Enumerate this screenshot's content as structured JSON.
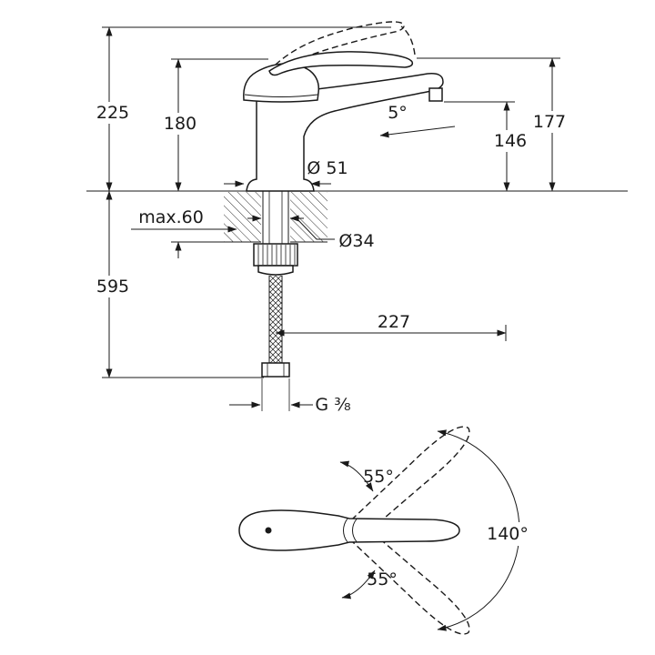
{
  "colors": {
    "ink": "#1a1a1a",
    "background": "#ffffff"
  },
  "side_view": {
    "overall_height": "225",
    "body_height": "180",
    "under_counter_length": "595",
    "counter_thickness": "max.60",
    "base_diameter": "Ø 51",
    "shank_diameter": "Ø34",
    "spout_angle": "5°",
    "outlet_height": "146",
    "spout_height": "177",
    "spout_reach": "227",
    "connection_thread": "G ³⁄₈"
  },
  "top_view": {
    "handle_swing_up": "55°",
    "handle_swing_down": "55°",
    "swivel_range": "140°"
  }
}
